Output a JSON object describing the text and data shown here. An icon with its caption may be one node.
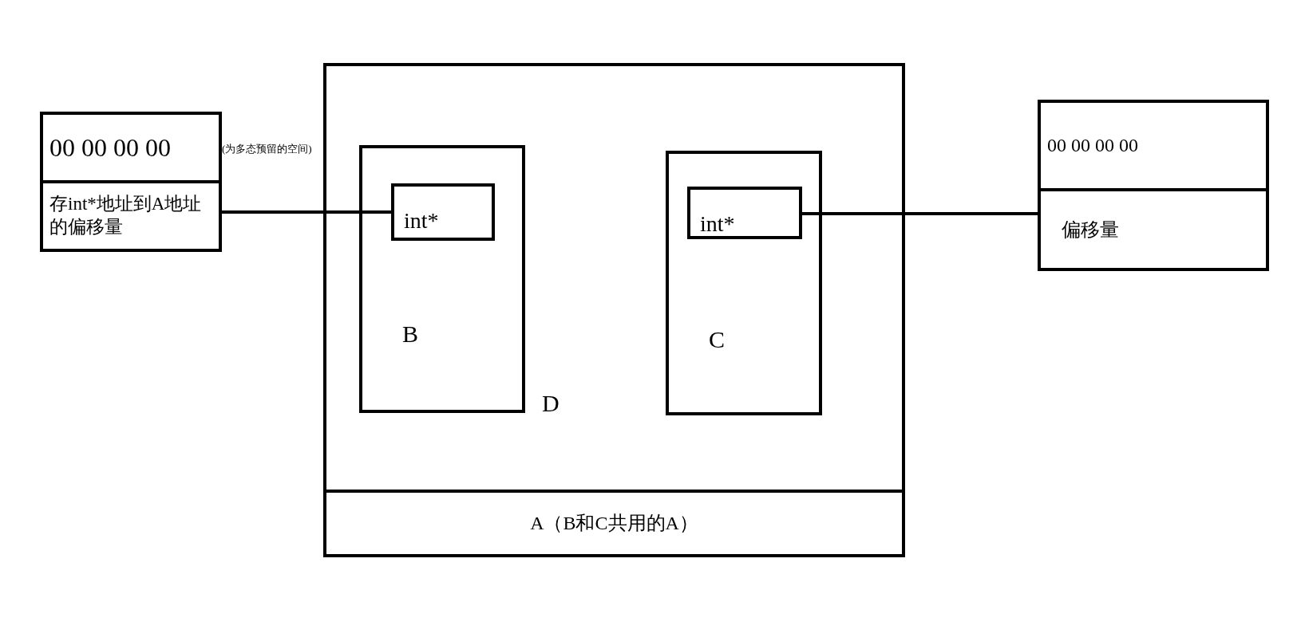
{
  "diagram": {
    "nodes": [
      {
        "text": [
          "00 00 00 00"
        ],
        "beside": [
          "(为多态预留的空间)"
        ]
      },
      {
        "text": [
          "存int*地址到A地址的偏移量"
        ]
      },
      {
        "text": [
          "D"
        ]
      },
      {
        "text": [
          "B"
        ],
        "in": 2
      },
      {
        "text": [
          "int*"
        ],
        "in": 3
      },
      {
        "text": [
          "C"
        ],
        "in": 2
      },
      {
        "text": [
          "int*"
        ],
        "in": 5
      },
      {
        "text": [
          "A（B和C共用的A）"
        ]
      },
      {
        "text": [
          "00 00 00 00"
        ]
      },
      {
        "text": [
          "偏移量"
        ]
      }
    ],
    "edges": [
      {
        "from": 1,
        "to": 4,
        "arrow": "none"
      },
      {
        "from": 6,
        "to": 9,
        "arrow": "none"
      }
    ]
  }
}
